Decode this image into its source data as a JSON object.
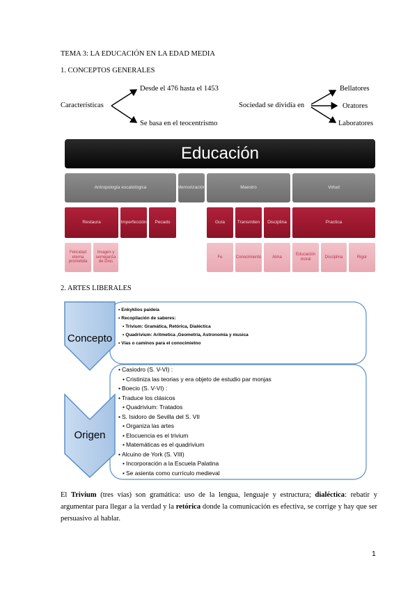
{
  "header": {
    "title": "TEMA 3: LA EDUCACIÓN EN LA EDAD MEDIA",
    "section1": "1. CONCEPTOS GENERALES",
    "section2": "2. ARTES LIBERALES"
  },
  "conceptos": {
    "left_label": "Características",
    "left_items": [
      "Desde el 476 hasta el 1453",
      "Se basa en el teocentrismo"
    ],
    "right_label": "Sociedad se dividía en",
    "right_items": [
      "Bellatores",
      "Oratores",
      "Laboratores"
    ]
  },
  "educacion": {
    "title": "Educación",
    "level1": [
      "Antropología escatológica",
      "Memorización",
      "Maestro",
      "Virtud"
    ],
    "level2": [
      "Restaura",
      "Imperfección",
      "Pecado",
      "Guía",
      "Transmiten",
      "Disciplina",
      "Practica"
    ],
    "level3": [
      "Felicidad eterna prometida",
      "Imagen y semejanza de Dios",
      "Fe",
      "Conocimiento",
      "Alma",
      "Educación moral",
      "Disciplina",
      "Rigor"
    ]
  },
  "artes": {
    "concepto": {
      "label": "Concepto",
      "items": [
        "Enkyklios paideia",
        "Recopilación de saberes:",
        "Trivium: Gramática, Retórica, Dialéctica",
        "Quadrivium: Aritmetica ,Geometría, Astronomia y musica",
        "Vías o caminos para el conocimietno"
      ]
    },
    "origen": {
      "label": "Origen",
      "items": [
        "Casiodro (S. V-VI) :",
        "Cristiniza las teorias y era objeto de estudio par monjas",
        "Boecio (S. V-VI) :",
        "Traduce los clásicos",
        "Quadrivium: Tratados",
        "S. Isidoro de Sevilla del S. VII",
        "Organiza las artes",
        "Elocuencia es el trivium",
        "Matemáticas es el quadrivium",
        "Alcuino de York (S. VIII)",
        "Incorporación a la Escuela Palatina",
        "Se asienta como currículo medieval"
      ]
    }
  },
  "paragraph": {
    "t1": "El ",
    "b1": "Trivium",
    "t2": " (tres vías) son gramática: uso de la lengua, lenguaje y estructura; ",
    "b2": "dialéctica",
    "t3": ": rebatir y argumentar para llegar a la verdad y la ",
    "b3": "retórica",
    "t4": " donde la comunicación es efectiva, se corrige y hay que ser persuasivo al hablar."
  },
  "footer": {
    "page_number": "1"
  },
  "colors": {
    "black_box": "#111111",
    "gray_box": "#7d7d7d",
    "red_box": "#9e1a31",
    "pink_box": "#eeb6bf",
    "chevron_blue": "#5b8fc9",
    "bullet_border": "#5b8fc9"
  }
}
